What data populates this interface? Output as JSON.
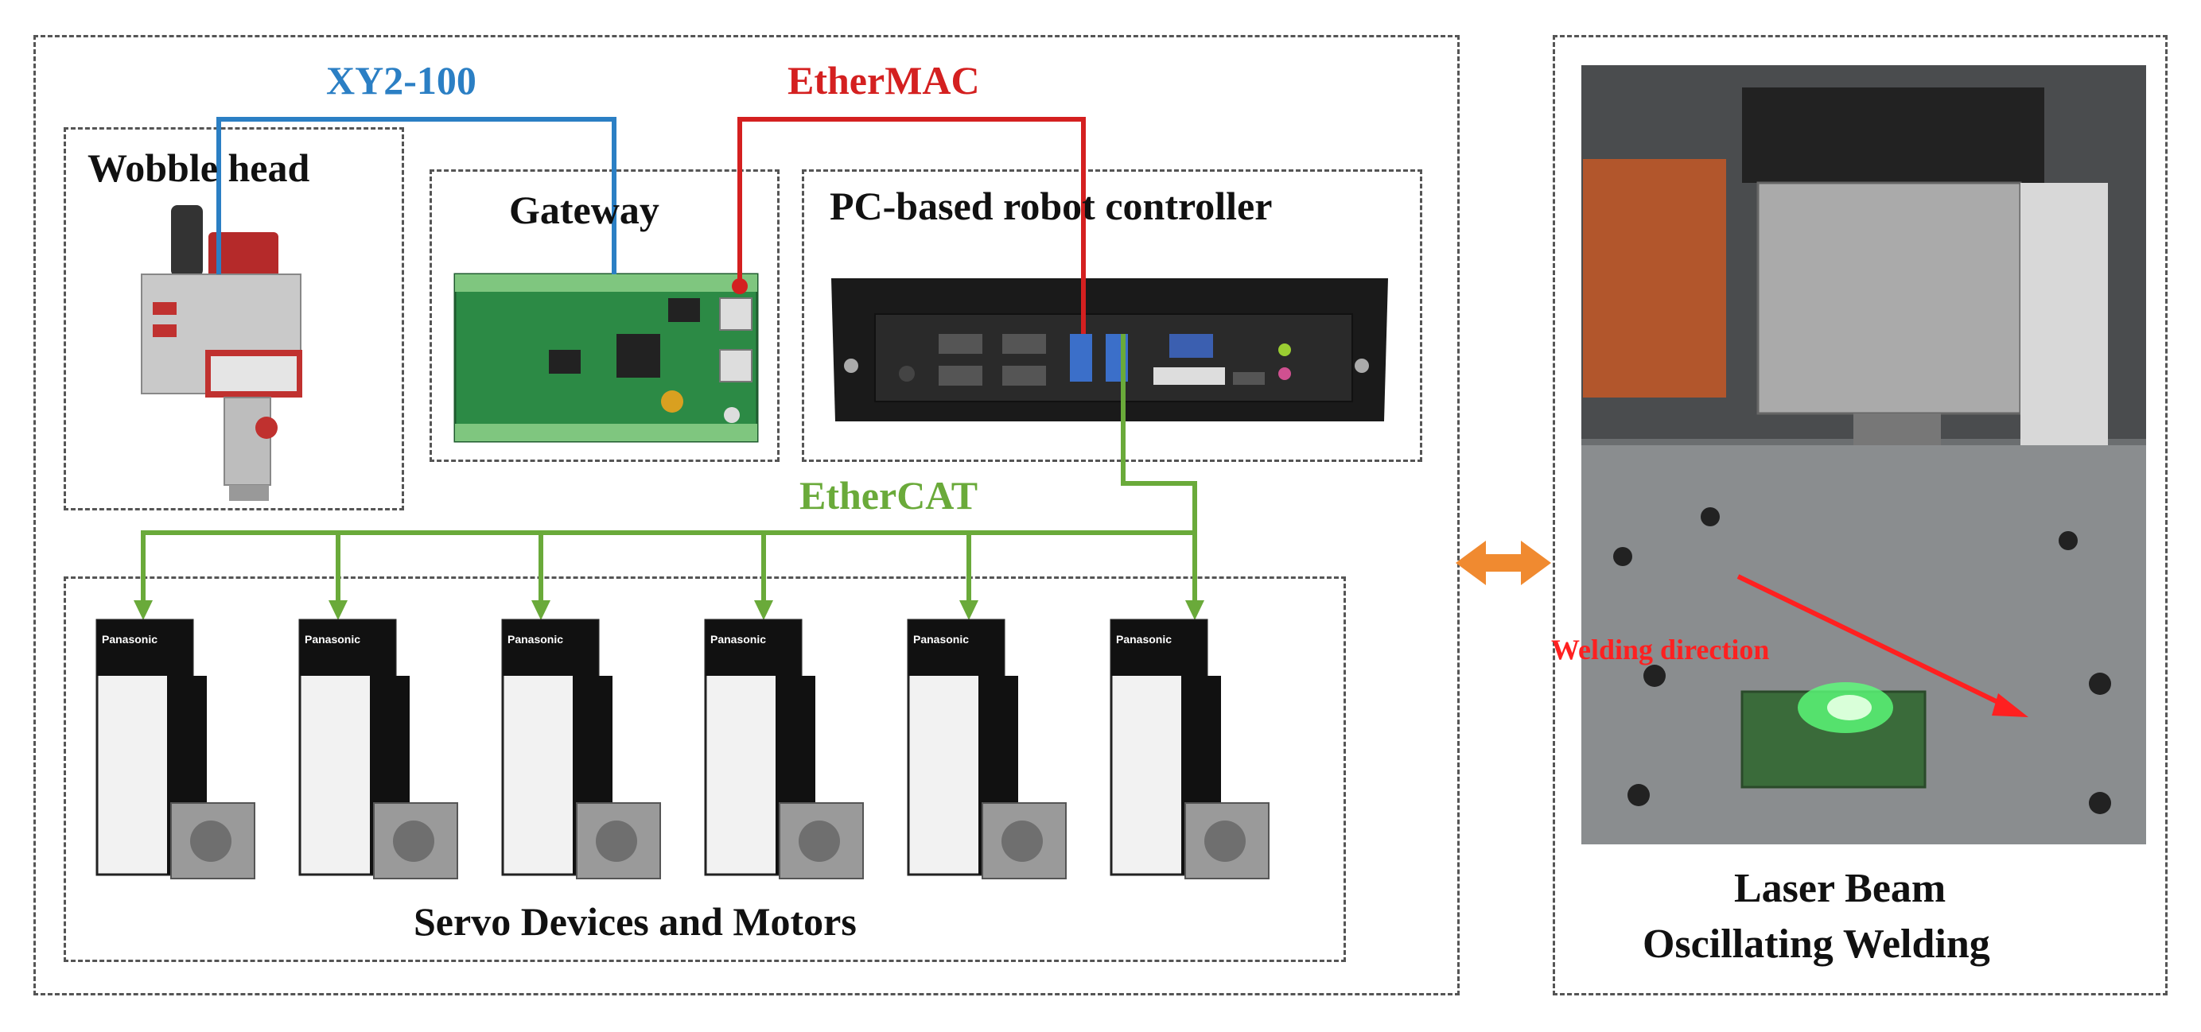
{
  "system": {
    "wobble_head": "Wobble head",
    "gateway": "Gateway",
    "controller": "PC-based robot controller",
    "servos": "Servo Devices and Motors",
    "servo_brand": "Panasonic"
  },
  "buses": {
    "xy2": "XY2-100",
    "ethermac": "EtherMAC",
    "ethercat": "EtherCAT"
  },
  "photo": {
    "annotation": "Welding direction",
    "caption_line1": "Laser Beam",
    "caption_line2": "Oscillating Welding"
  },
  "colors": {
    "xy2": "#2b7fc4",
    "ethermac": "#d42020",
    "ethercat": "#6aaa3a",
    "bidirectional_arrow": "#f08a30"
  }
}
